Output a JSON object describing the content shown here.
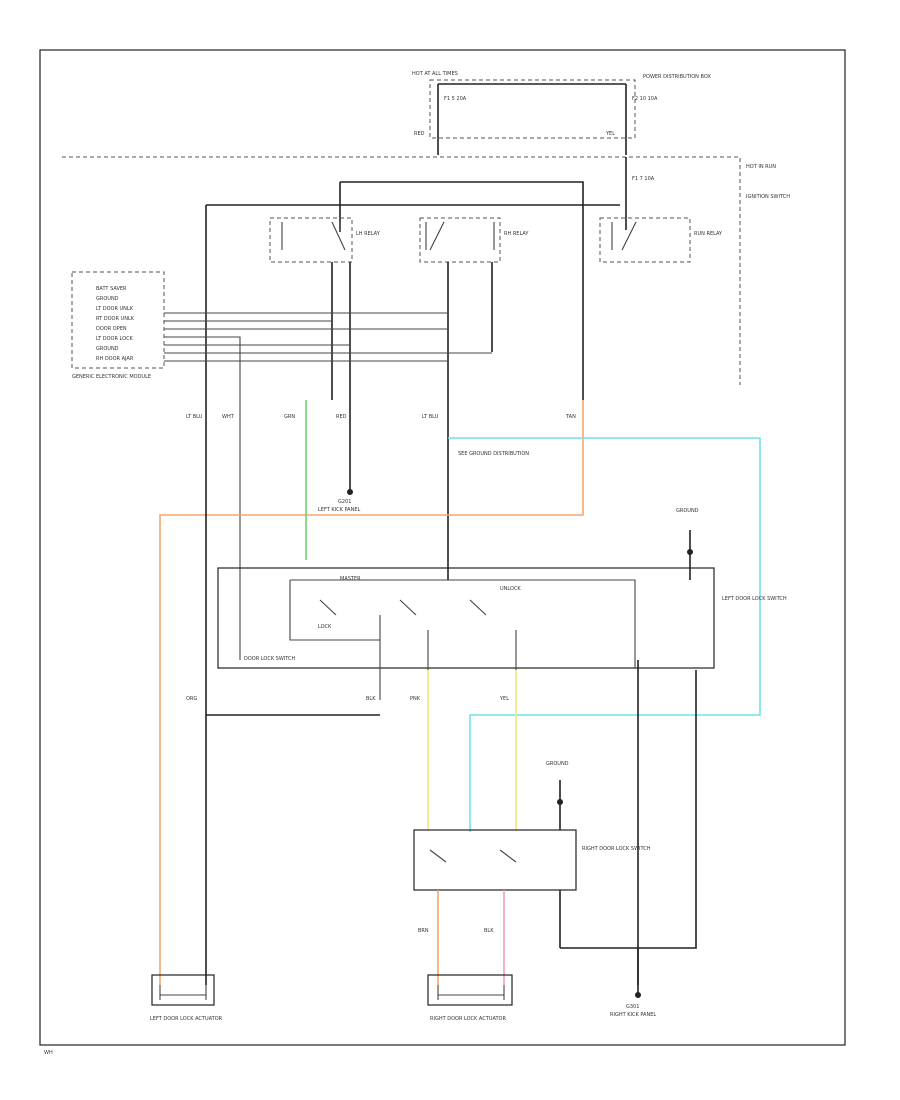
{
  "colors": {
    "orange": "#f5a66b",
    "green": "#6dd66d",
    "cyan": "#6fe3ea",
    "yellow": "#f2ee7a",
    "pink": "#f2a0b0",
    "wire": "#222222"
  },
  "labels": {
    "hot_at_all_times": "HOT AT ALL TIMES",
    "power_distribution_box": "POWER DISTRIBUTION BOX",
    "fuse_a": "F1 5 20A",
    "fuse_b": "F2 10 10A",
    "fuse_c": "F1 7 10A",
    "wire_red": "RED",
    "wire_yel": "YEL",
    "hot_in_run": "HOT IN RUN",
    "ignition_switch": "IGNITION SWITCH",
    "lh_relay": "LH RELAY",
    "rh_relay": "RH RELAY",
    "run_relay": "RUN RELAY",
    "gem": "GENERIC ELECTRONIC MODULE",
    "gem_pins": [
      "BATT SAVER",
      "GROUND",
      "LT DOOR UNLK",
      "RT DOOR UNLK",
      "DOOR OPEN",
      "LT DOOR LOCK",
      "GROUND",
      "RH DOOR AJAR"
    ],
    "ground_1": "G201",
    "ground_1_caption": "LEFT KICK PANEL",
    "bus_note": "SEE GROUND DISTRIBUTION",
    "master_switch": "MASTER",
    "lock": "LOCK",
    "unlock": "UNLOCK",
    "master_caption": "DOOR LOCK SWITCH",
    "left_lock_switch": "LEFT DOOR LOCK SWITCH",
    "right_lock_switch": "RIGHT DOOR LOCK SWITCH",
    "left_actuator": "LEFT DOOR LOCK ACTUATOR",
    "right_actuator": "RIGHT DOOR LOCK ACTUATOR",
    "ground_2": "G301",
    "ground_2_caption": "RIGHT KICK PANEL",
    "ground_symbol": "GROUND",
    "wire_codes": [
      "LT BLU",
      "WHT",
      "GRN",
      "RED",
      "LT BLU",
      "TAN",
      "ORG",
      "BLK",
      "PNK",
      "YEL",
      "BRN",
      "BLK"
    ],
    "footer": "WH"
  }
}
